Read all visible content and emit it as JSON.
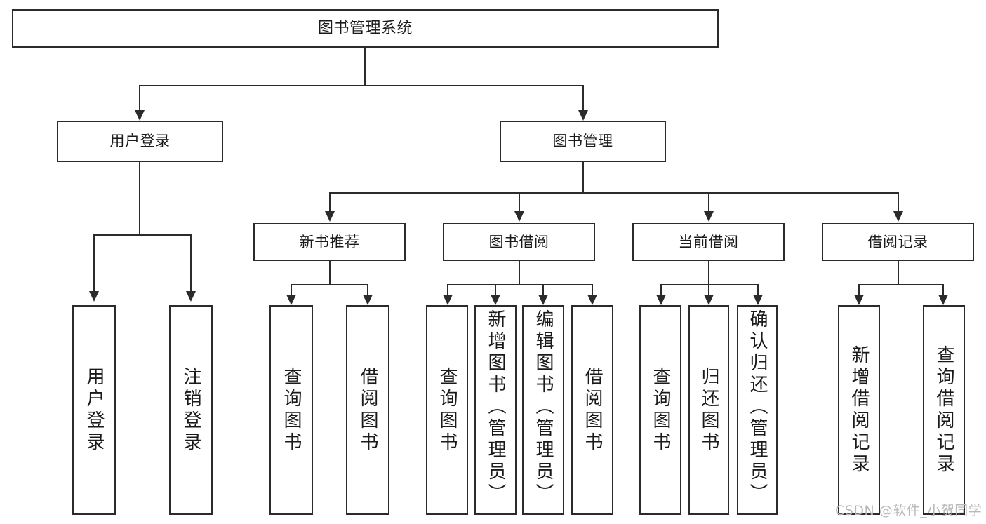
{
  "diagram": {
    "type": "tree-hierarchy-chart",
    "title": "图书管理系统",
    "background_color": "#ffffff",
    "line_color": "#2b2b2b",
    "text_color": "#1a1a1a"
  },
  "nodes": {
    "root": {
      "label": "图书管理系统"
    },
    "level1": [
      {
        "label": "用户登录"
      },
      {
        "label": "图书管理"
      }
    ],
    "level2": [
      {
        "label": "新书推荐"
      },
      {
        "label": "图书借阅"
      },
      {
        "label": "当前借阅"
      },
      {
        "label": "借阅记录"
      }
    ],
    "leaves": {
      "user_login": [
        {
          "label": "用户登录"
        },
        {
          "label": "注销登录"
        }
      ],
      "new_book_recommend": [
        {
          "label": "查询图书"
        },
        {
          "label": "借阅图书"
        }
      ],
      "book_borrow": [
        {
          "label": "查询图书"
        },
        {
          "label": "新增图书（管理员）"
        },
        {
          "label": "编辑图书（管理员）"
        },
        {
          "label": "借阅图书"
        }
      ],
      "current_borrow": [
        {
          "label": "查询图书"
        },
        {
          "label": "归还图书"
        },
        {
          "label": "确认归还（管理员）"
        }
      ],
      "borrow_record": [
        {
          "label": "新增借阅记录"
        },
        {
          "label": "查询借阅记录"
        }
      ]
    }
  },
  "watermark": {
    "text": "CSDN @软件_小贺同学"
  }
}
